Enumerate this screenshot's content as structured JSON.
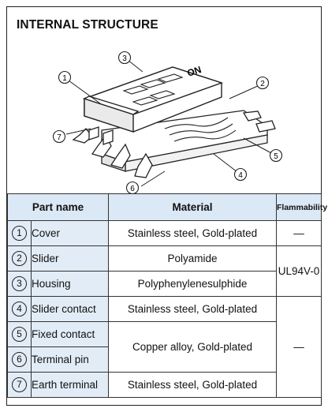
{
  "title": "INTERNAL STRUCTURE",
  "diagram": {
    "callouts": [
      "1",
      "2",
      "3",
      "5",
      "6",
      "7",
      "4"
    ],
    "housing_marking": "ON"
  },
  "table": {
    "headers": {
      "part_name": "Part name",
      "material": "Material",
      "flammability": "Flammability"
    },
    "rows": [
      {
        "num": "1",
        "part": "Cover",
        "material": "Stainless steel, Gold-plated",
        "flammability": "—"
      },
      {
        "num": "2",
        "part": "Slider",
        "material": "Polyamide",
        "flammability": "UL94V-0"
      },
      {
        "num": "3",
        "part": "Housing",
        "material": "Polyphenylenesulphide"
      },
      {
        "num": "4",
        "part": "Slider contact",
        "material": "Stainless steel, Gold-plated",
        "flammability": "—"
      },
      {
        "num": "5",
        "part": "Fixed contact",
        "material": "Copper alloy, Gold-plated"
      },
      {
        "num": "6",
        "part": "Terminal pin"
      },
      {
        "num": "7",
        "part": "Earth terminal",
        "material": "Stainless steel, Gold-plated"
      }
    ]
  }
}
